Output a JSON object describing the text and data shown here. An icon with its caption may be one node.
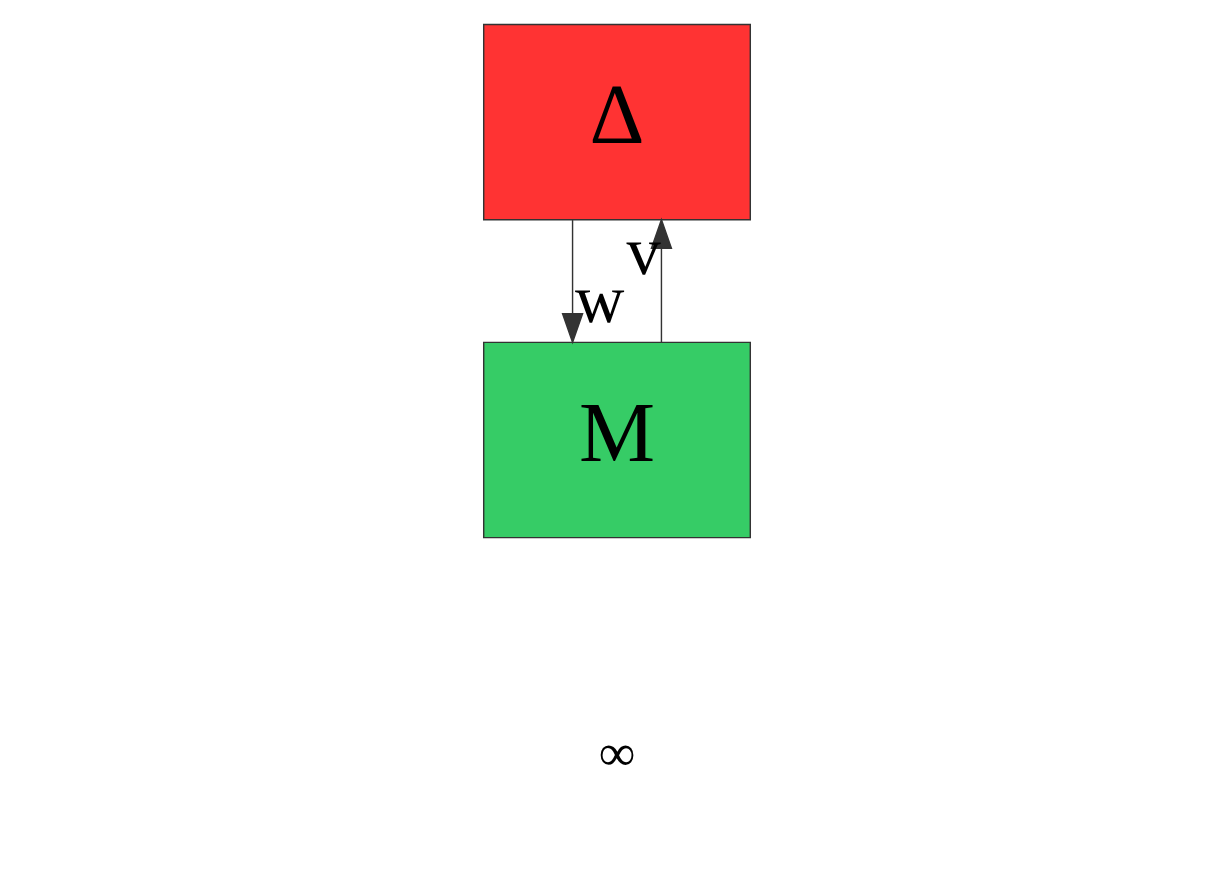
{
  "diagram": {
    "nodes": [
      {
        "text": [
          "Δ"
        ]
      },
      {
        "text": [
          "M"
        ]
      }
    ],
    "edges": [
      {
        "from": 0,
        "to": 1,
        "arrow": "to",
        "label": "w"
      },
      {
        "from": 1,
        "to": 0,
        "arrow": "to",
        "label": "v"
      }
    ],
    "labels": [
      "∞"
    ]
  }
}
